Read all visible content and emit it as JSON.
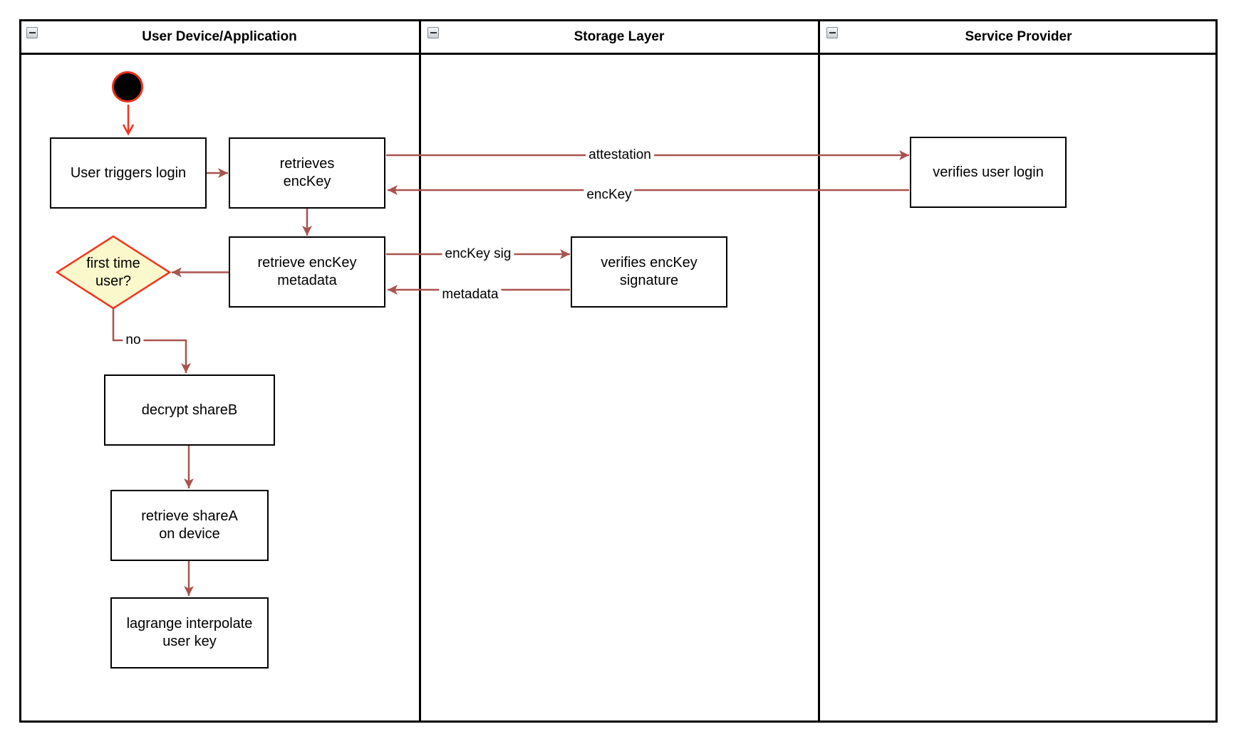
{
  "lanes": [
    {
      "title": "User Device/Application"
    },
    {
      "title": "Storage Layer"
    },
    {
      "title": "Service Provider"
    }
  ],
  "nodes": {
    "userTriggersLogin": {
      "label": "User triggers login"
    },
    "retrievesEncKey": {
      "label": "retrieves\nencKey"
    },
    "verifiesUserLogin": {
      "label": "verifies user login"
    },
    "retrieveEncKeyMetadata": {
      "label": "retrieve encKey\nmetadata"
    },
    "verifiesEncKeySignature": {
      "label": "verifies encKey\nsignature"
    },
    "firstTimeUser": {
      "label": "first time\nuser?"
    },
    "decryptShareB": {
      "label": "decrypt shareB"
    },
    "retrieveShareA": {
      "label": "retrieve shareA\non device"
    },
    "lagrangeInterpolate": {
      "label": "lagrange interpolate\nuser key"
    }
  },
  "edge_labels": {
    "attestation": "attestation",
    "encKey": "encKey",
    "encKeySig": "encKey sig",
    "metadata": "metadata",
    "no": "no"
  },
  "icons": {
    "collapse": "minus"
  },
  "colors": {
    "connector": "#a9534e",
    "highlight": "#f4321c",
    "diamond_fill": "#fbf8cc",
    "shape_border": "#000000"
  }
}
